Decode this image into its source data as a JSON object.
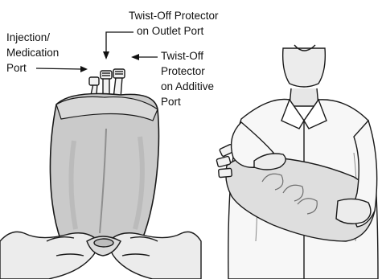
{
  "labels": {
    "injection_port": [
      "Injection/",
      "Medication",
      "Port"
    ],
    "outlet_protector": [
      "Twist-Off Protector",
      "on Outlet Port"
    ],
    "additive_protector": [
      "Twist-Off",
      "Protector",
      "on Additive",
      "Port"
    ]
  },
  "colors": {
    "ink": "#1a1a1a",
    "bag_fill": "#c9c9c9",
    "bag_shade": "#a8a8a8",
    "skin": "#e9e9e9",
    "coat": "#f7f7f7"
  }
}
